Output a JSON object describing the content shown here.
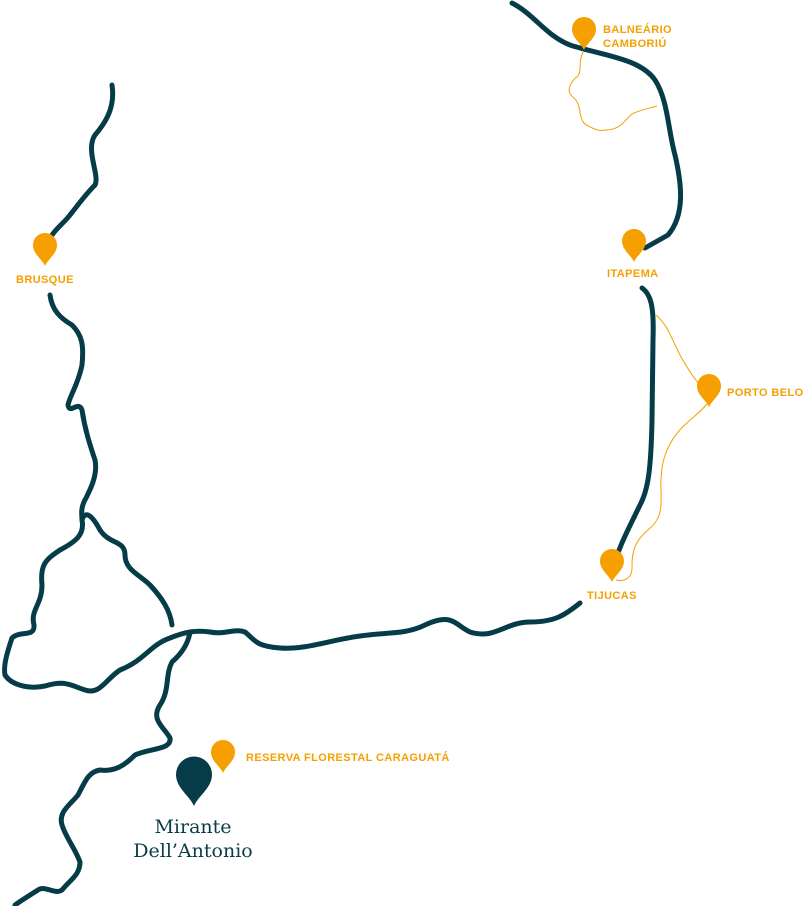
{
  "colors": {
    "road": "#063c47",
    "accent": "#f59f00"
  },
  "places": [
    {
      "name": "BALNEÁRIO\nCAMBORIÚ",
      "icon": "map-pin-icon"
    },
    {
      "name": "ITAPEMA",
      "icon": "map-pin-icon"
    },
    {
      "name": "PORTO BELO",
      "icon": "map-pin-icon"
    },
    {
      "name": "TIJUCAS",
      "icon": "map-pin-icon"
    },
    {
      "name": "BRUSQUE",
      "icon": "map-pin-icon"
    },
    {
      "name": "RESERVA FLORESTAL CARAGUATÁ",
      "icon": "map-pin-icon"
    }
  ],
  "destination": {
    "line1": "Mirante",
    "line2": "Dell’Antonio",
    "icon": "map-pin-icon"
  }
}
